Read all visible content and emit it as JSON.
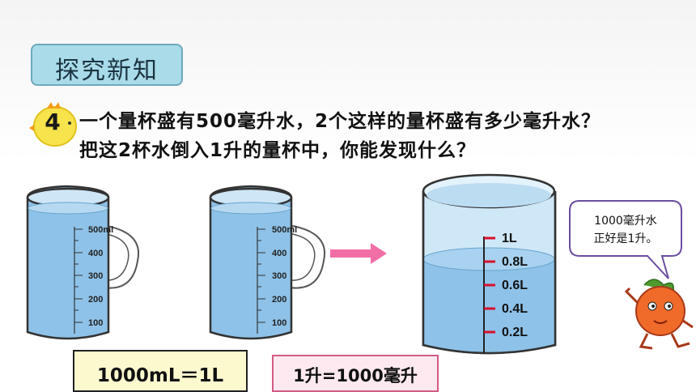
{
  "section_title": "探究新知",
  "question": {
    "number": "4",
    "line1": "一个量杯盛有500毫升水，2个这样的量杯盛有多少毫升水？",
    "line2": "把这2杯水倒入1升的量杯中，你能发现什么？"
  },
  "small_cup_ticks": [
    "500ml",
    "400",
    "300",
    "200",
    "100"
  ],
  "big_cup_ticks": [
    "1L",
    "0.8L",
    "0.6L",
    "0.4L",
    "0.2L"
  ],
  "speech_bubble": {
    "line1": "1000毫升水",
    "line2": "正好是1升。"
  },
  "equation_left": "1000mL＝1L",
  "equation_right": "1升=1000毫升",
  "colors": {
    "water": "#8ec2e8",
    "title_tag": "#a9dbe9",
    "arrow": "#f26fa6",
    "tick_red": "#d8102a"
  }
}
